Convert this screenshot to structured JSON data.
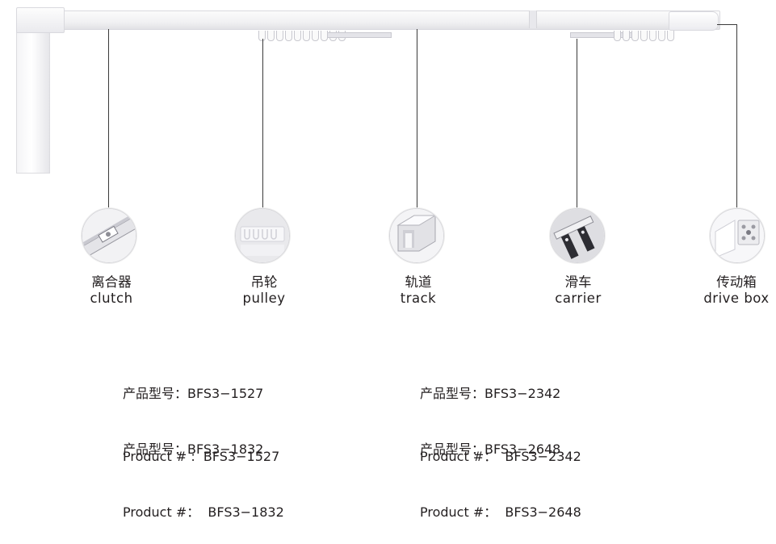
{
  "components": [
    {
      "id": "clutch",
      "zh": "离合器",
      "en": "clutch",
      "icon": "clutch-icon"
    },
    {
      "id": "pulley",
      "zh": "吊轮",
      "en": "pulley",
      "icon": "pulley-icon"
    },
    {
      "id": "track",
      "zh": "轨道",
      "en": "track",
      "icon": "track-icon"
    },
    {
      "id": "carrier",
      "zh": "滑车",
      "en": "carrier",
      "icon": "carrier-icon"
    },
    {
      "id": "drive-box",
      "zh": "传动箱",
      "en": "drive box",
      "icon": "drive-box-icon"
    }
  ],
  "products": [
    {
      "zh_line": "产品型号：BFS3−1527",
      "en_line": "Product # :  BFS3−1527"
    },
    {
      "zh_line": "产品型号：BFS3−2342",
      "en_line": "Product #：  BFS3−2342"
    },
    {
      "zh_line": "产品型号：BFS3−1832",
      "en_line": "Product #：  BFS3−1832"
    },
    {
      "zh_line": "产品型号：BFS3−2648",
      "en_line": "Product #：  BFS3−2648"
    }
  ]
}
